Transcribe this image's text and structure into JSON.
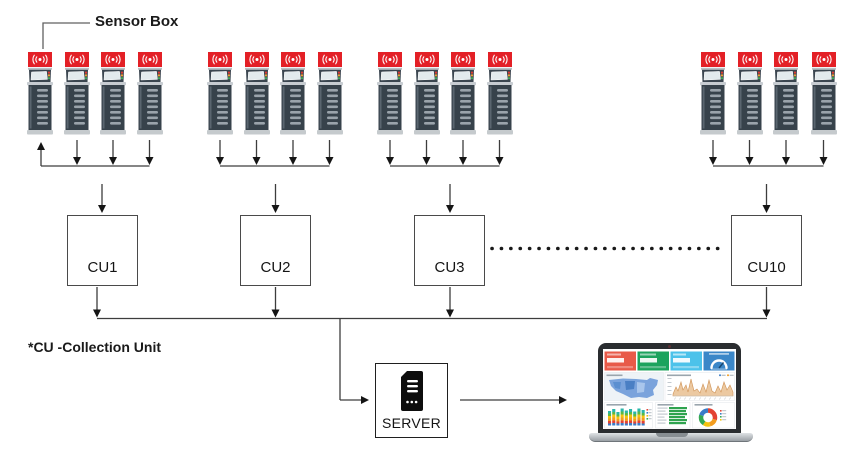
{
  "labels": {
    "sensor_box": "Sensor Box",
    "cu_note": "*CU -Collection Unit",
    "server": "SERVER"
  },
  "collection_units": [
    {
      "label": "CU1"
    },
    {
      "label": "CU2"
    },
    {
      "label": "CU3"
    },
    {
      "label": "CU10"
    }
  ],
  "sensor_groups": [
    {
      "boxes": 4,
      "feeds": "CU1"
    },
    {
      "boxes": 4,
      "feeds": "CU2"
    },
    {
      "boxes": 4,
      "feeds": "CU3"
    },
    {
      "boxes": 4,
      "feeds": "CU10"
    }
  ],
  "icons": {
    "sensor_top": "wireless-signal-icon",
    "server": "server-tower-icon"
  },
  "colors": {
    "sensor_red": "#e32026",
    "machine_dark": "#37424b",
    "machine_head": "#3b4650",
    "machine_trim": "#c7ccd1",
    "wire": "#3d3d3d",
    "kpi": [
      "#e85a49",
      "#1ca35d",
      "#4cc2ea",
      "#3b87c8"
    ],
    "map_blue": "#7aa3dc",
    "area_tan": "#ecc9a1",
    "area_line": "#cf9255",
    "bars_green": "#2fa34f",
    "donut": [
      "#e34234",
      "#f29c1f",
      "#f4c20d",
      "#34a853",
      "#3a7cc8"
    ]
  }
}
